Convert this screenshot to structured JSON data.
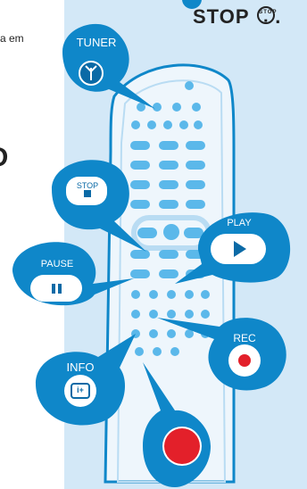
{
  "header": {
    "fragment": "a em",
    "instruction": "STOP",
    "big_letter": "O"
  },
  "callouts": {
    "tuner": {
      "label": "TUNER",
      "icon": "antenna-icon"
    },
    "stop": {
      "label": "STOP",
      "icon": "stop-icon"
    },
    "play": {
      "label": "PLAY",
      "icon": "play-icon"
    },
    "pause": {
      "label": "PAUSE",
      "icon": "pause-icon"
    },
    "rec": {
      "label": "REC",
      "icon": "record-icon"
    },
    "info": {
      "label": "INFO",
      "icon": "info-icon",
      "glyph": "i+"
    }
  },
  "colors": {
    "accent": "#0f87c9",
    "panel": "#d3e8f7",
    "button_dots": "#5bb8ea",
    "record": "#e3202a"
  }
}
